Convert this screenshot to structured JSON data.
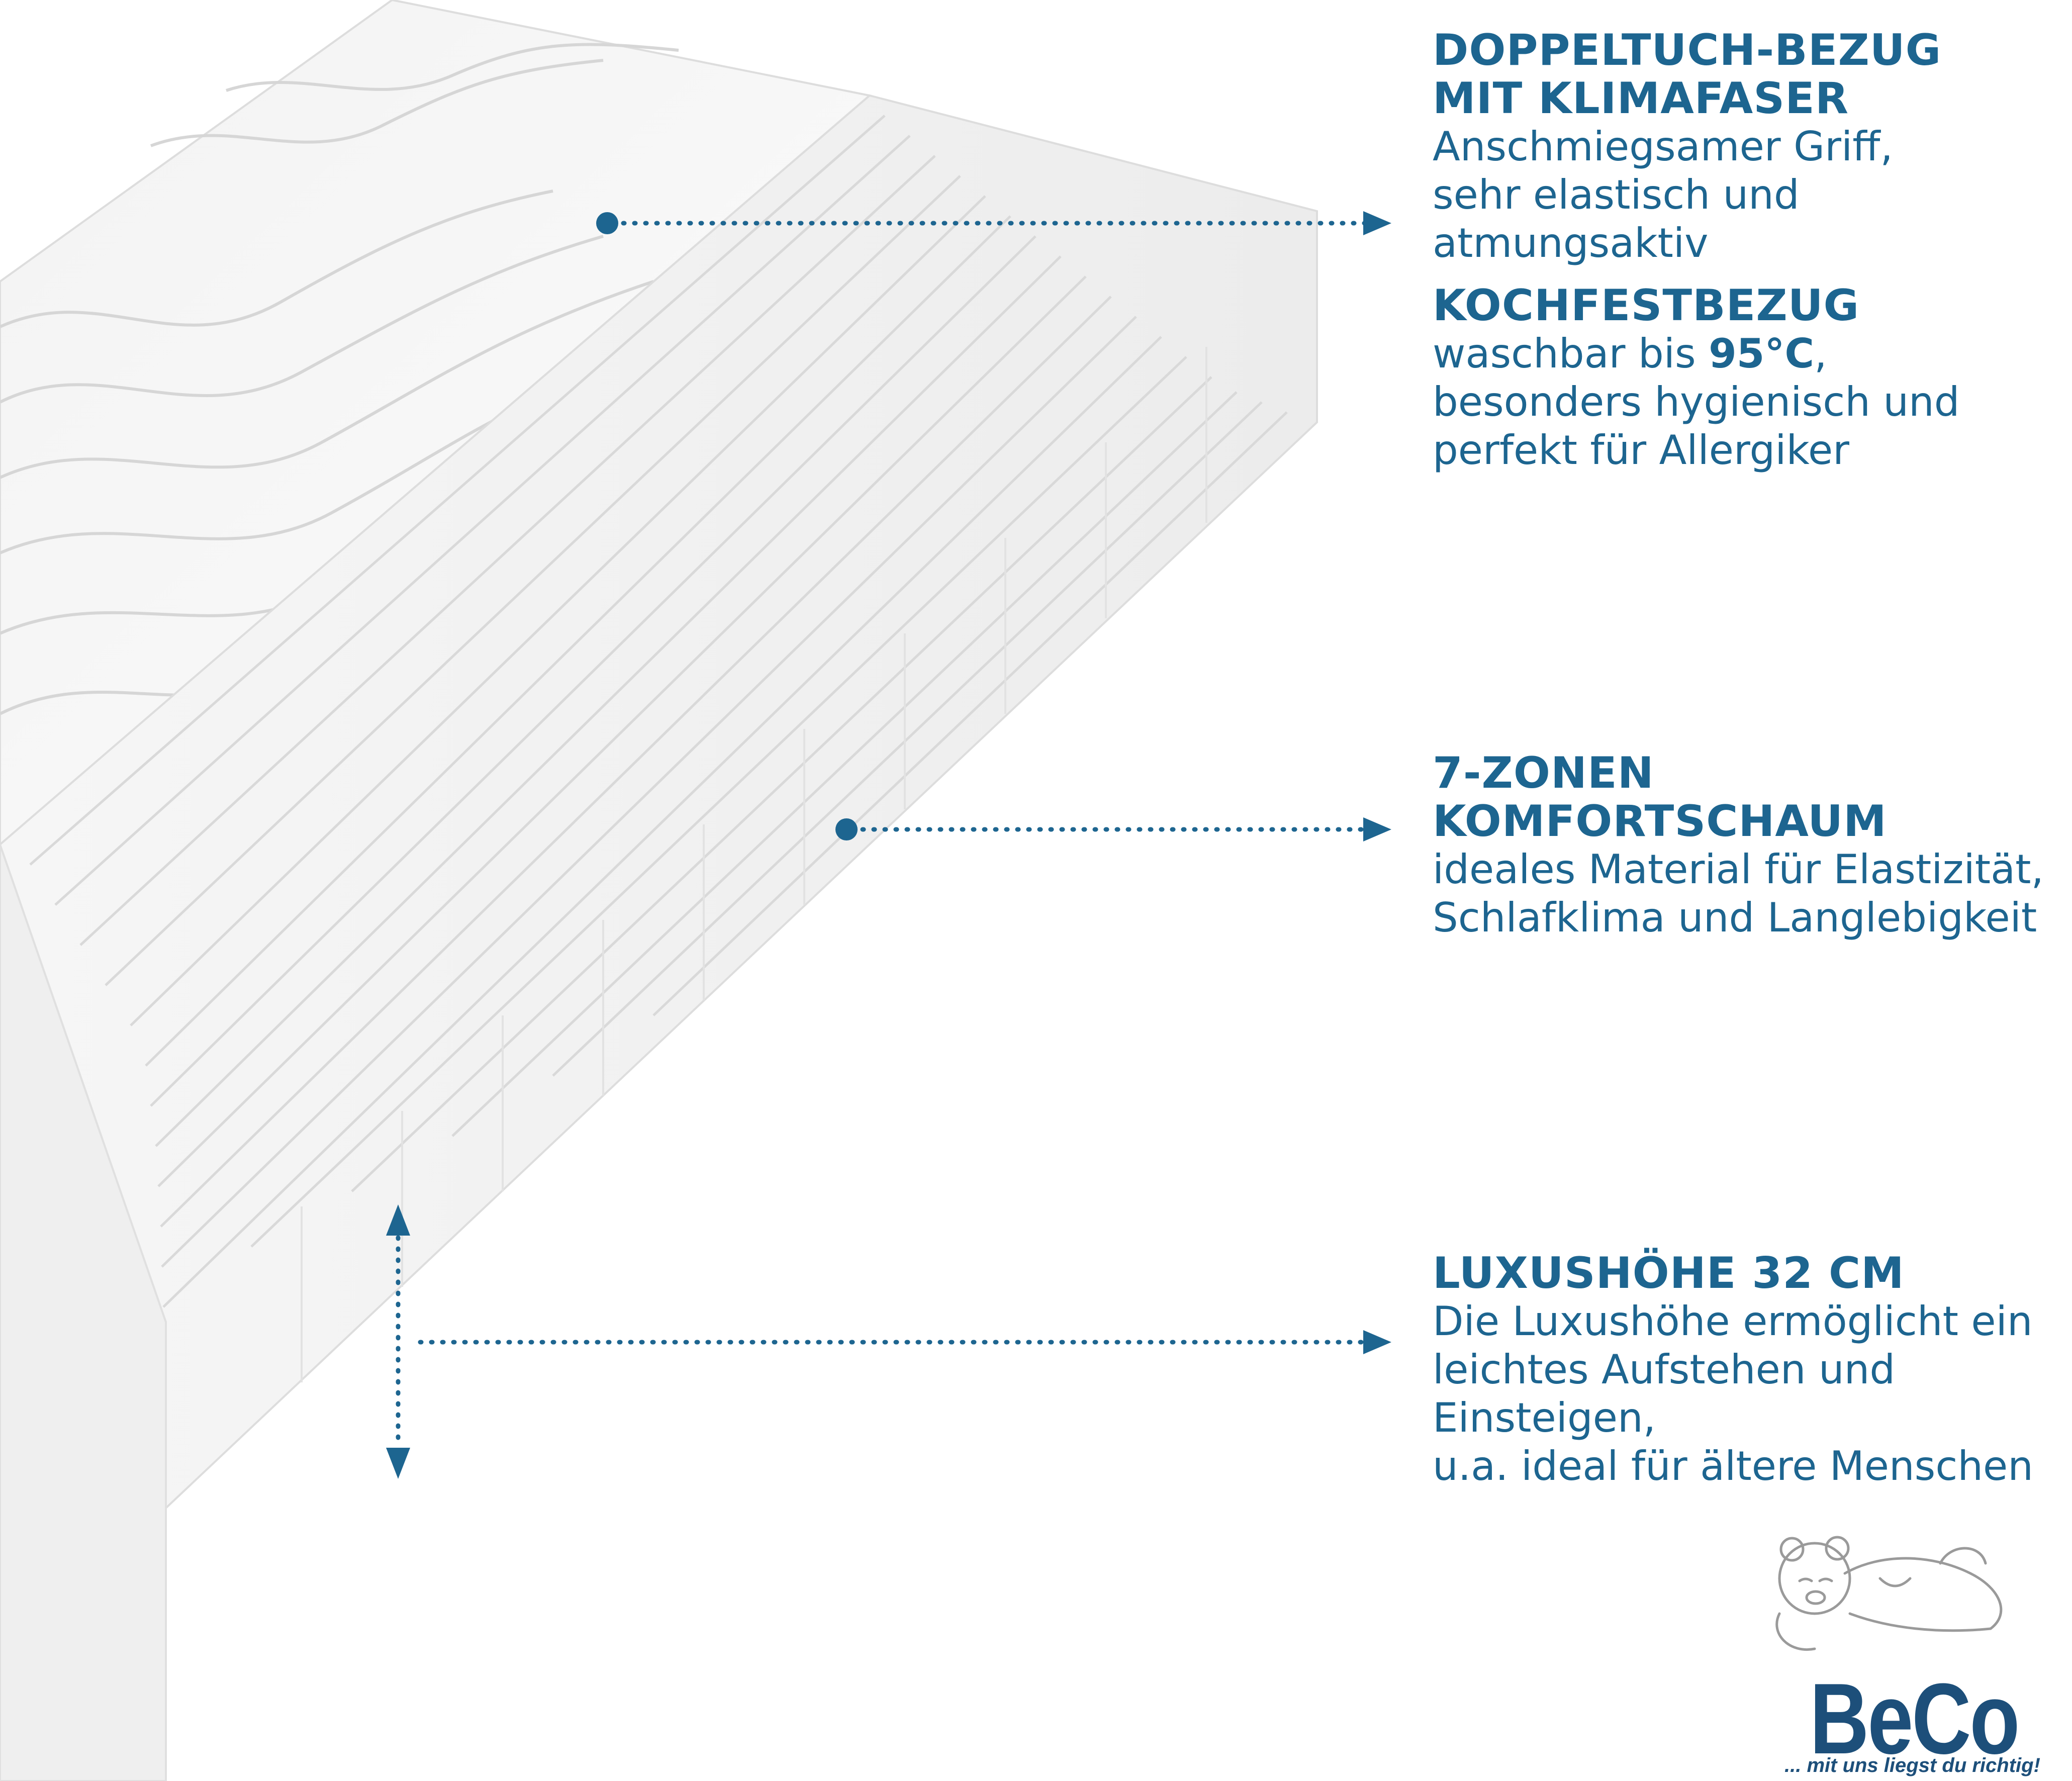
{
  "features": [
    {
      "title_lines": [
        "DOPPELTUCH-BEZUG",
        "MIT KLIMAFASER"
      ],
      "desc_lines": [
        "Anschmiegsamer Griff,",
        "sehr elastisch und atmungsaktiv"
      ],
      "sub": {
        "title": "KOCHFESTBEZUG",
        "desc_line1_prefix": "waschbar bis ",
        "desc_line1_bold": "95°C",
        "desc_line1_suffix": ",",
        "desc_lines": [
          "besonders hygienisch und",
          "perfekt für Allergiker"
        ]
      }
    },
    {
      "title_lines": [
        "7-ZONEN",
        "KOMFORTSCHAUM"
      ],
      "desc_lines": [
        "ideales Material für Elastizität,",
        "Schlafklima und Langlebigkeit"
      ]
    },
    {
      "title_lines": [
        "LUXUSHÖHE 32 CM"
      ],
      "desc_lines": [
        "Die Luxushöhe ermöglicht ein",
        "leichtes Aufstehen und Einsteigen,",
        "u.a. ideal für ältere Menschen"
      ]
    }
  ],
  "logo": {
    "brand": "BeCo",
    "tagline": "... mit uns liegst du richtig!"
  },
  "colors": {
    "accent": "#1d6590",
    "logo": "#1d4f7a"
  }
}
